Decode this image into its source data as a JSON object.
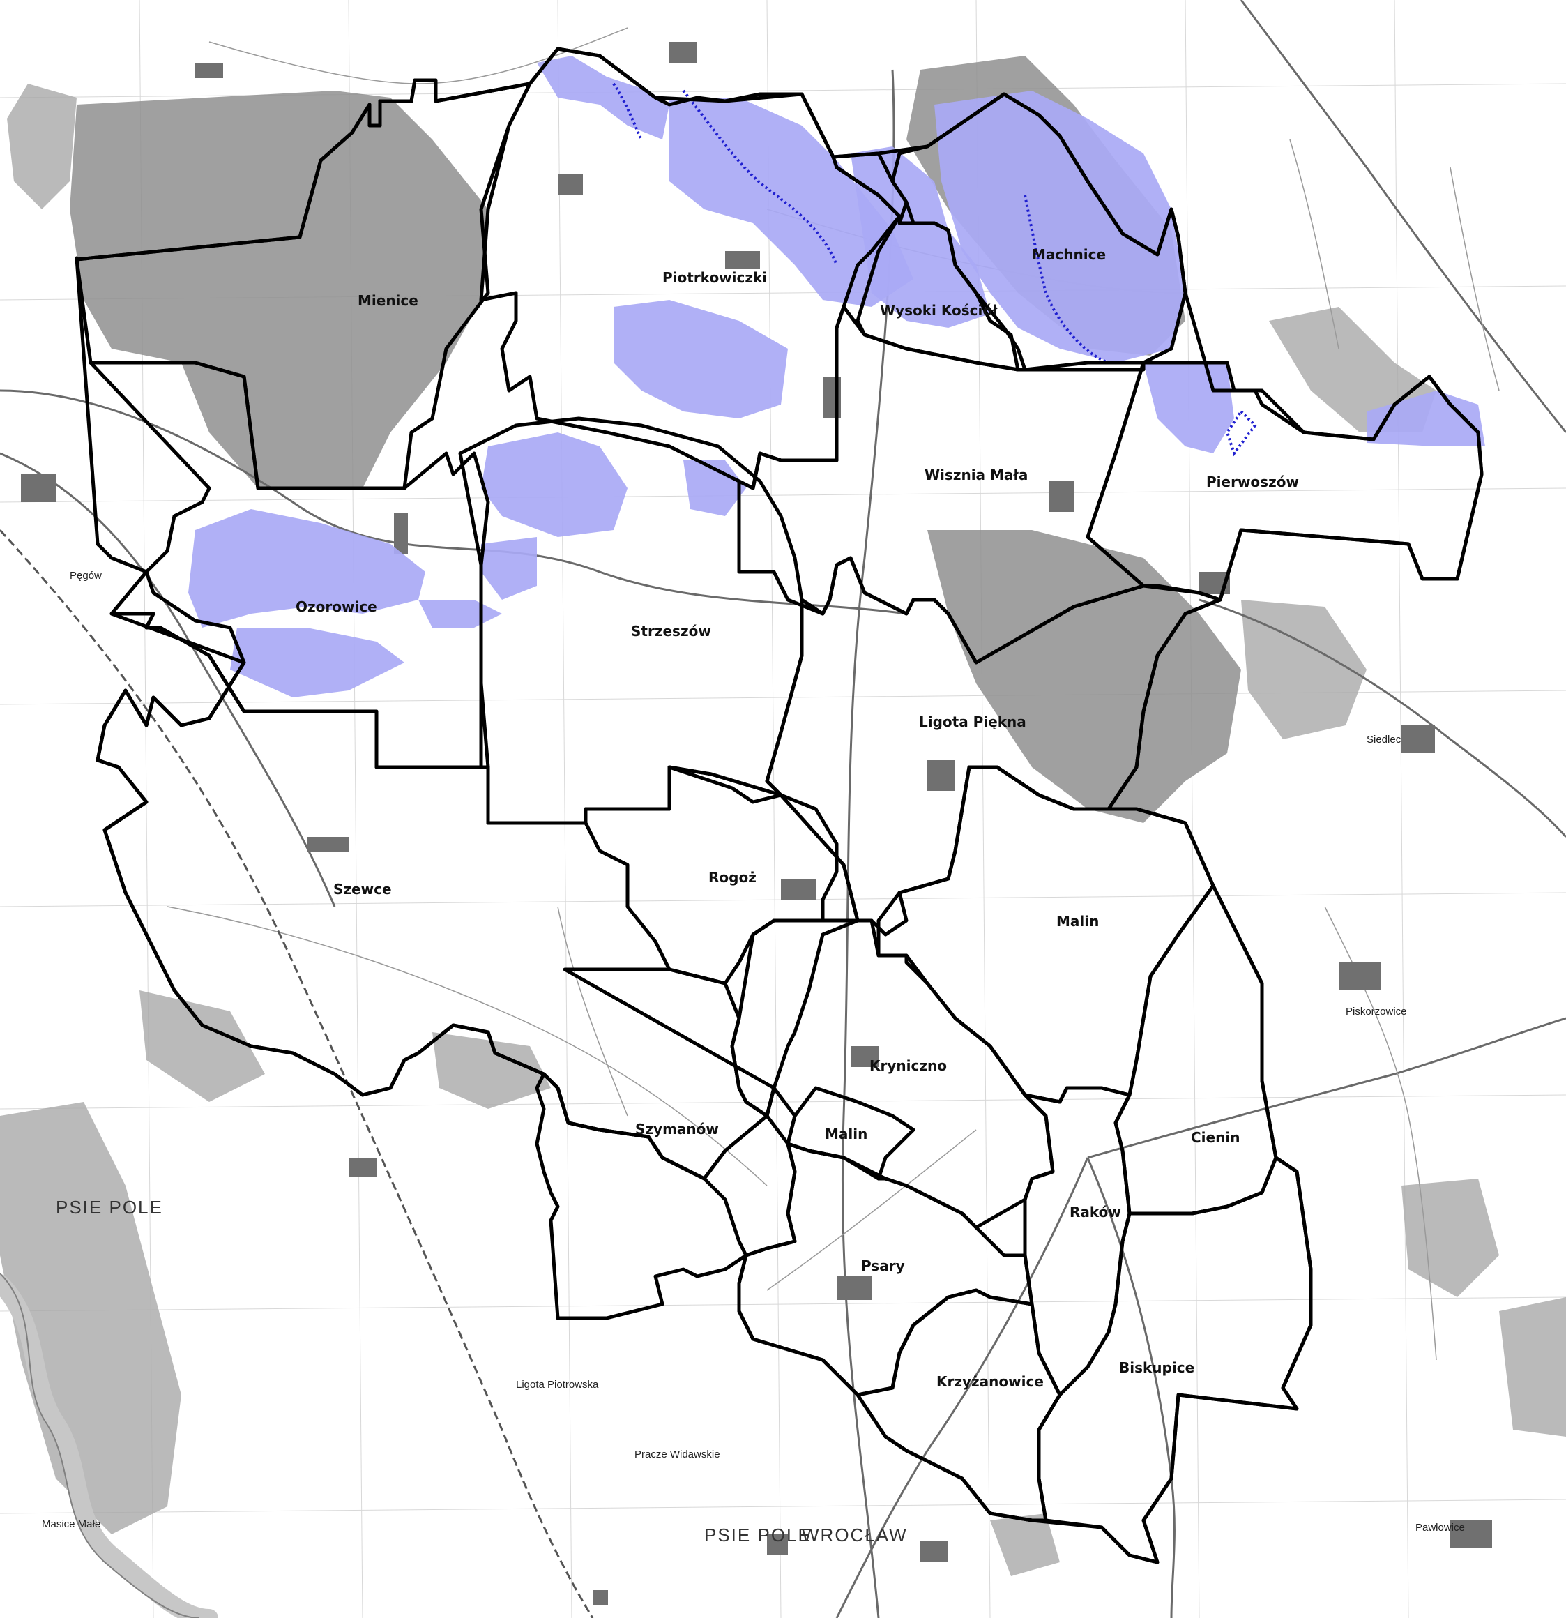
{
  "map": {
    "regions": [
      {
        "id": "mienice",
        "label": "Mienice"
      },
      {
        "id": "piotrkowiczki",
        "label": "Piotrkowiczki"
      },
      {
        "id": "machnice",
        "label": "Machnice"
      },
      {
        "id": "wysoki-kosciol",
        "label": "Wysoki Kościół"
      },
      {
        "id": "wisznia-mala",
        "label": "Wisznia Mała"
      },
      {
        "id": "pierwoszow",
        "label": "Pierwoszów"
      },
      {
        "id": "ozorowice",
        "label": "Ozorowice"
      },
      {
        "id": "strzeszow",
        "label": "Strzeszów"
      },
      {
        "id": "ligota-piekna",
        "label": "Ligota Piękna"
      },
      {
        "id": "szewce",
        "label": "Szewce"
      },
      {
        "id": "rogoz",
        "label": "Rogoż"
      },
      {
        "id": "malin-north",
        "label": "Malin"
      },
      {
        "id": "kryniczno",
        "label": "Kryniczno"
      },
      {
        "id": "malin-south",
        "label": "Malin"
      },
      {
        "id": "szymanow",
        "label": "Szymanów"
      },
      {
        "id": "cienin",
        "label": "Cienin"
      },
      {
        "id": "rakow",
        "label": "Raków"
      },
      {
        "id": "psary",
        "label": "Psary"
      },
      {
        "id": "krzyzanowice",
        "label": "Krzyżanowice"
      },
      {
        "id": "biskupice",
        "label": "Biskupice"
      }
    ],
    "places": [
      {
        "id": "pegow",
        "label": "Pęgów"
      },
      {
        "id": "siedlec",
        "label": "Siedlec"
      },
      {
        "id": "piskorzowice",
        "label": "Piskorzowice"
      },
      {
        "id": "pawlowice",
        "label": "Pawłowice"
      },
      {
        "id": "ligota-piotrowska",
        "label": "Ligota Piotrowska"
      },
      {
        "id": "pracze-widawskie",
        "label": "Pracze Widawskie"
      },
      {
        "id": "masina-mala",
        "label": "Masice Małe"
      }
    ],
    "sheet_labels": [
      {
        "id": "psie-pole-1",
        "label": "PSIE POLE"
      },
      {
        "id": "psie-pole-2",
        "label": "PSIE POLE"
      },
      {
        "id": "wroclaw",
        "label": "WROCŁAW"
      }
    ],
    "colors": {
      "boundary": "#000000",
      "flood_zone": "#a9a9f5",
      "flood_edge": "#2020d0",
      "forest": "#8f8f8f",
      "background": "#ffffff"
    }
  }
}
